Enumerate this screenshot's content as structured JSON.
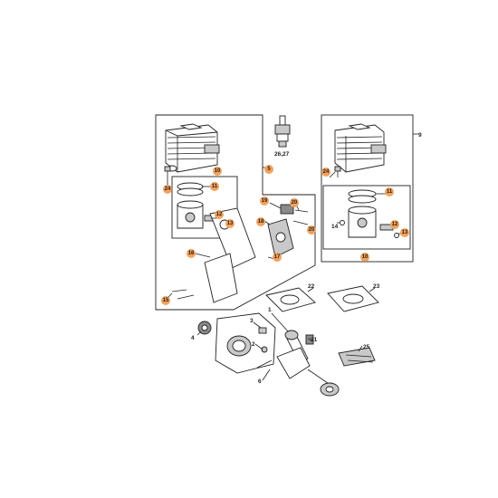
{
  "callouts": {
    "c5": "5",
    "c9": "9",
    "c26_27": "26,27",
    "c24_left": "24",
    "c10_left": "10",
    "c11_left": "11",
    "c12_left": "12",
    "c13_left": "13",
    "c19": "19",
    "c20a": "20",
    "c20b": "20",
    "c18": "18",
    "c16": "16",
    "c17": "17",
    "c15": "15",
    "c24_right": "24",
    "c11_right": "11",
    "c14": "14",
    "c12_right": "12",
    "c13_right": "13",
    "c10_right": "10",
    "c22": "22",
    "c23": "23",
    "c1": "1",
    "c3": "3",
    "c2": "2",
    "c21": "21",
    "c4": "4",
    "c25": "25",
    "c6": "6"
  },
  "colors": {
    "highlight": "#f2a25d",
    "line": "#222222",
    "metal": "#c9c9c9"
  }
}
